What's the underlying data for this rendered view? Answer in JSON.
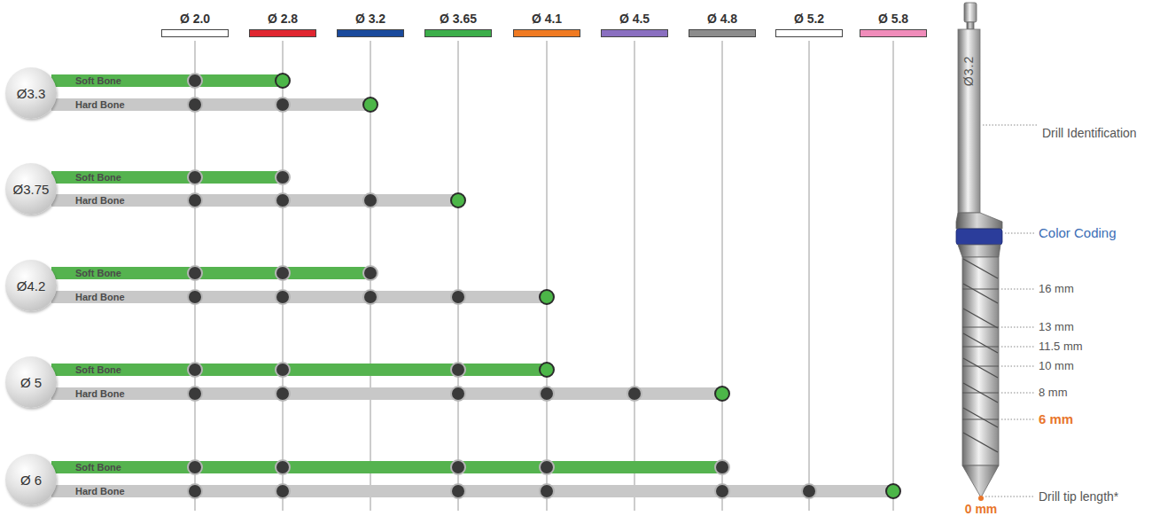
{
  "diagram": {
    "nodes": [
      {
        "text": [
          "Ø 2.0"
        ]
      },
      {
        "text": [
          "Ø 2.8"
        ]
      },
      {
        "text": [
          "Ø 3.2"
        ]
      },
      {
        "text": [
          "Ø 3.65"
        ]
      },
      {
        "text": [
          "Ø 4.1"
        ]
      },
      {
        "text": [
          "Ø 4.5"
        ]
      },
      {
        "text": [
          "Ø 4.8"
        ]
      },
      {
        "text": [
          "Ø 5.2"
        ]
      },
      {
        "text": [
          "Ø 5.8"
        ]
      },
      {
        "text": [
          "Ø3.3"
        ]
      },
      {
        "text": [
          "Soft Bone"
        ]
      },
      {
        "text": [
          "Hard Bone"
        ]
      },
      {
        "text": [
          "Ø3.75"
        ]
      },
      {
        "text": [
          "Soft Bone"
        ]
      },
      {
        "text": [
          "Hard Bone"
        ]
      },
      {
        "text": [
          "Ø4.2"
        ]
      },
      {
        "text": [
          "Soft Bone"
        ]
      },
      {
        "text": [
          "Hard Bone"
        ]
      },
      {
        "text": [
          "Ø 5"
        ]
      },
      {
        "text": [
          "Soft Bone"
        ]
      },
      {
        "text": [
          "Hard Bone"
        ]
      },
      {
        "text": [
          "Ø 6"
        ]
      },
      {
        "text": [
          "Soft Bone"
        ]
      },
      {
        "text": [
          "Hard Bone"
        ]
      }
    ],
    "labels": [
      "Ø3.2",
      "Drill Identification",
      "Color Coding",
      "16 mm",
      "13 mm",
      "11.5 mm",
      "10 mm",
      "8 mm",
      "6 mm",
      "Drill tip length*",
      "0 mm"
    ]
  }
}
